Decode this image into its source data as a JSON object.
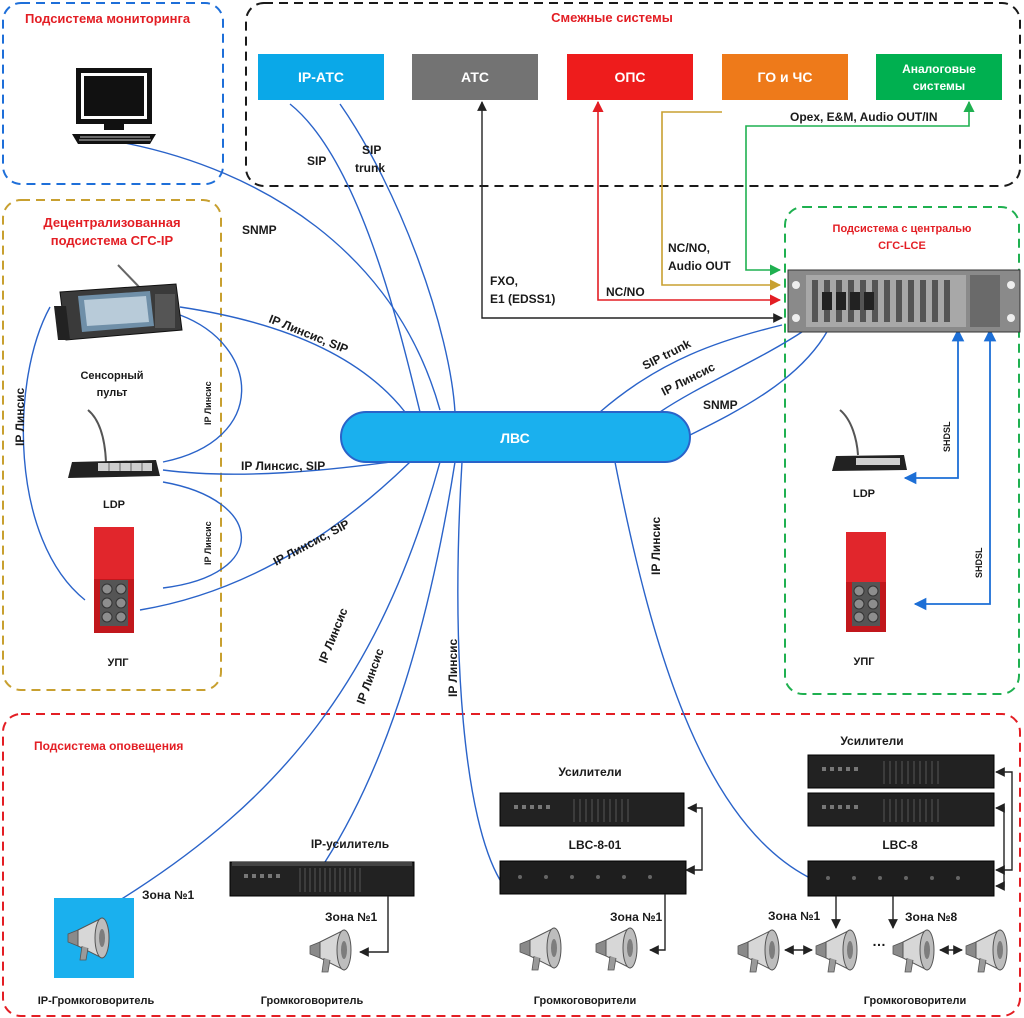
{
  "groups": {
    "monitoring": "Подсистема мониторинга",
    "adjacent": "Смежные системы",
    "decentral_l1": "Децентрализованная",
    "decentral_l2": "подсистема СГС-IP",
    "central_l1": "Подсистема с централью",
    "central_l2": "СГС-LCE",
    "notification": "Подсистема оповещения"
  },
  "systems": {
    "ipats": "IP-АТС",
    "ats": "АТС",
    "ops": "ОПС",
    "go": "ГО и ЧС",
    "analog_l1": "Аналоговые",
    "analog_l2": "системы"
  },
  "colors": {
    "ipats": "#0aa8e8",
    "ats": "#737373",
    "ops": "#ee1c1c",
    "go": "#ee7a1a",
    "analog": "#00b050",
    "lan": "#1ab0ee",
    "link": "#2a63c9",
    "sig_ops": "#e31e24",
    "sig_go": "#c8a030",
    "sig_analog": "#1fb050",
    "sig_ats": "#333333"
  },
  "hub": "ЛВС",
  "links": {
    "sip": "SIP",
    "sip_trunk_l1": "SIP",
    "sip_trunk_l2": "trunk",
    "snmp_left": "SNMP",
    "fxo_l1": "FXO,",
    "fxo_l2": "E1 (EDSS1)",
    "ncno_l1": "NC/NO,",
    "ncno_l2": "Audio OUT",
    "ncno": "NC/NO",
    "opex": "Opex, E&M, Audio OUT/IN",
    "ip_sip_1": "IP Линсис, SIP",
    "ip_sip_2": "IP Линсис, SIP",
    "ip_sip_3": "IP Линсис, SIP",
    "ip_linsis_vert": "IP Линсис",
    "ip_linsis_small_1": "IP Линсис",
    "ip_linsis_small_2": "IP Линсис",
    "sip_trunk_r": "SIP trunk",
    "ip_linsis_r": "IP Линсис",
    "snmp_right": "SNMP",
    "shdsl_1": "SHDSL",
    "shdsl_2": "SHDSL",
    "ip_linsis_d1": "IP Линсис",
    "ip_linsis_d2": "IP Линсис",
    "ip_linsis_d3": "IP Линсис",
    "ip_linsis_d4": "IP Линсис"
  },
  "devices": {
    "touch_panel_l1": "Сенсорный",
    "touch_panel_l2": "пульт",
    "ldp_left": "LDP",
    "upg_left": "УПГ",
    "ldp_right": "LDP",
    "upg_right": "УПГ",
    "amplifiers_mid": "Усилители",
    "lbc801": "LBC-8-01",
    "amplifiers_right": "Усилители",
    "lbc8": "LBC-8",
    "ip_amp": "IP-усилитель"
  },
  "zones": {
    "zone1_a": "Зона №1",
    "zone1_b": "Зона №1",
    "zone1_c": "Зона №1",
    "zone1_d": "Зона №1",
    "zone8": "Зона №8",
    "dots": "…"
  },
  "speakers": {
    "ip_speaker": "IP-Громкоговоритель",
    "speaker": "Громкоговоритель",
    "speakers_mid": "Громкоговорители",
    "speakers_right": "Громкоговорители"
  }
}
